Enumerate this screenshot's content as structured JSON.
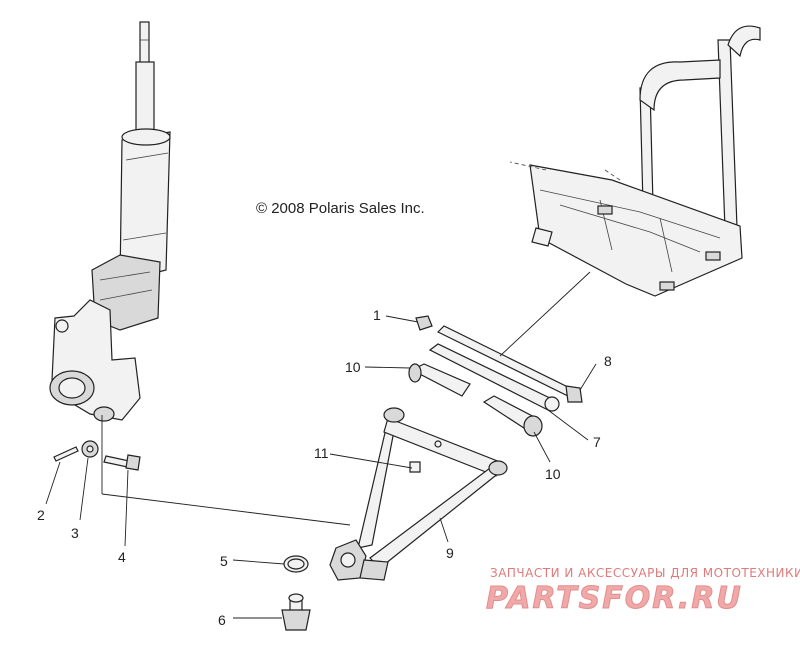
{
  "copyright": "© 2008 Polaris Sales Inc.",
  "callouts": [
    {
      "id": "c1",
      "label": "1"
    },
    {
      "id": "c2",
      "label": "2"
    },
    {
      "id": "c3",
      "label": "3"
    },
    {
      "id": "c4",
      "label": "4"
    },
    {
      "id": "c5",
      "label": "5"
    },
    {
      "id": "c6",
      "label": "6"
    },
    {
      "id": "c7",
      "label": "7"
    },
    {
      "id": "c8",
      "label": "8"
    },
    {
      "id": "c9",
      "label": "9"
    },
    {
      "id": "c10a",
      "label": "10"
    },
    {
      "id": "c10b",
      "label": "10"
    },
    {
      "id": "c11",
      "label": "11"
    }
  ],
  "watermark": {
    "tagline": "ЗАПЧАСТИ И АКСЕССУАРЫ ДЛЯ МОТОТЕХНИКИ",
    "logo": "PARTSFOR.RU",
    "color": "#e58c8c"
  }
}
